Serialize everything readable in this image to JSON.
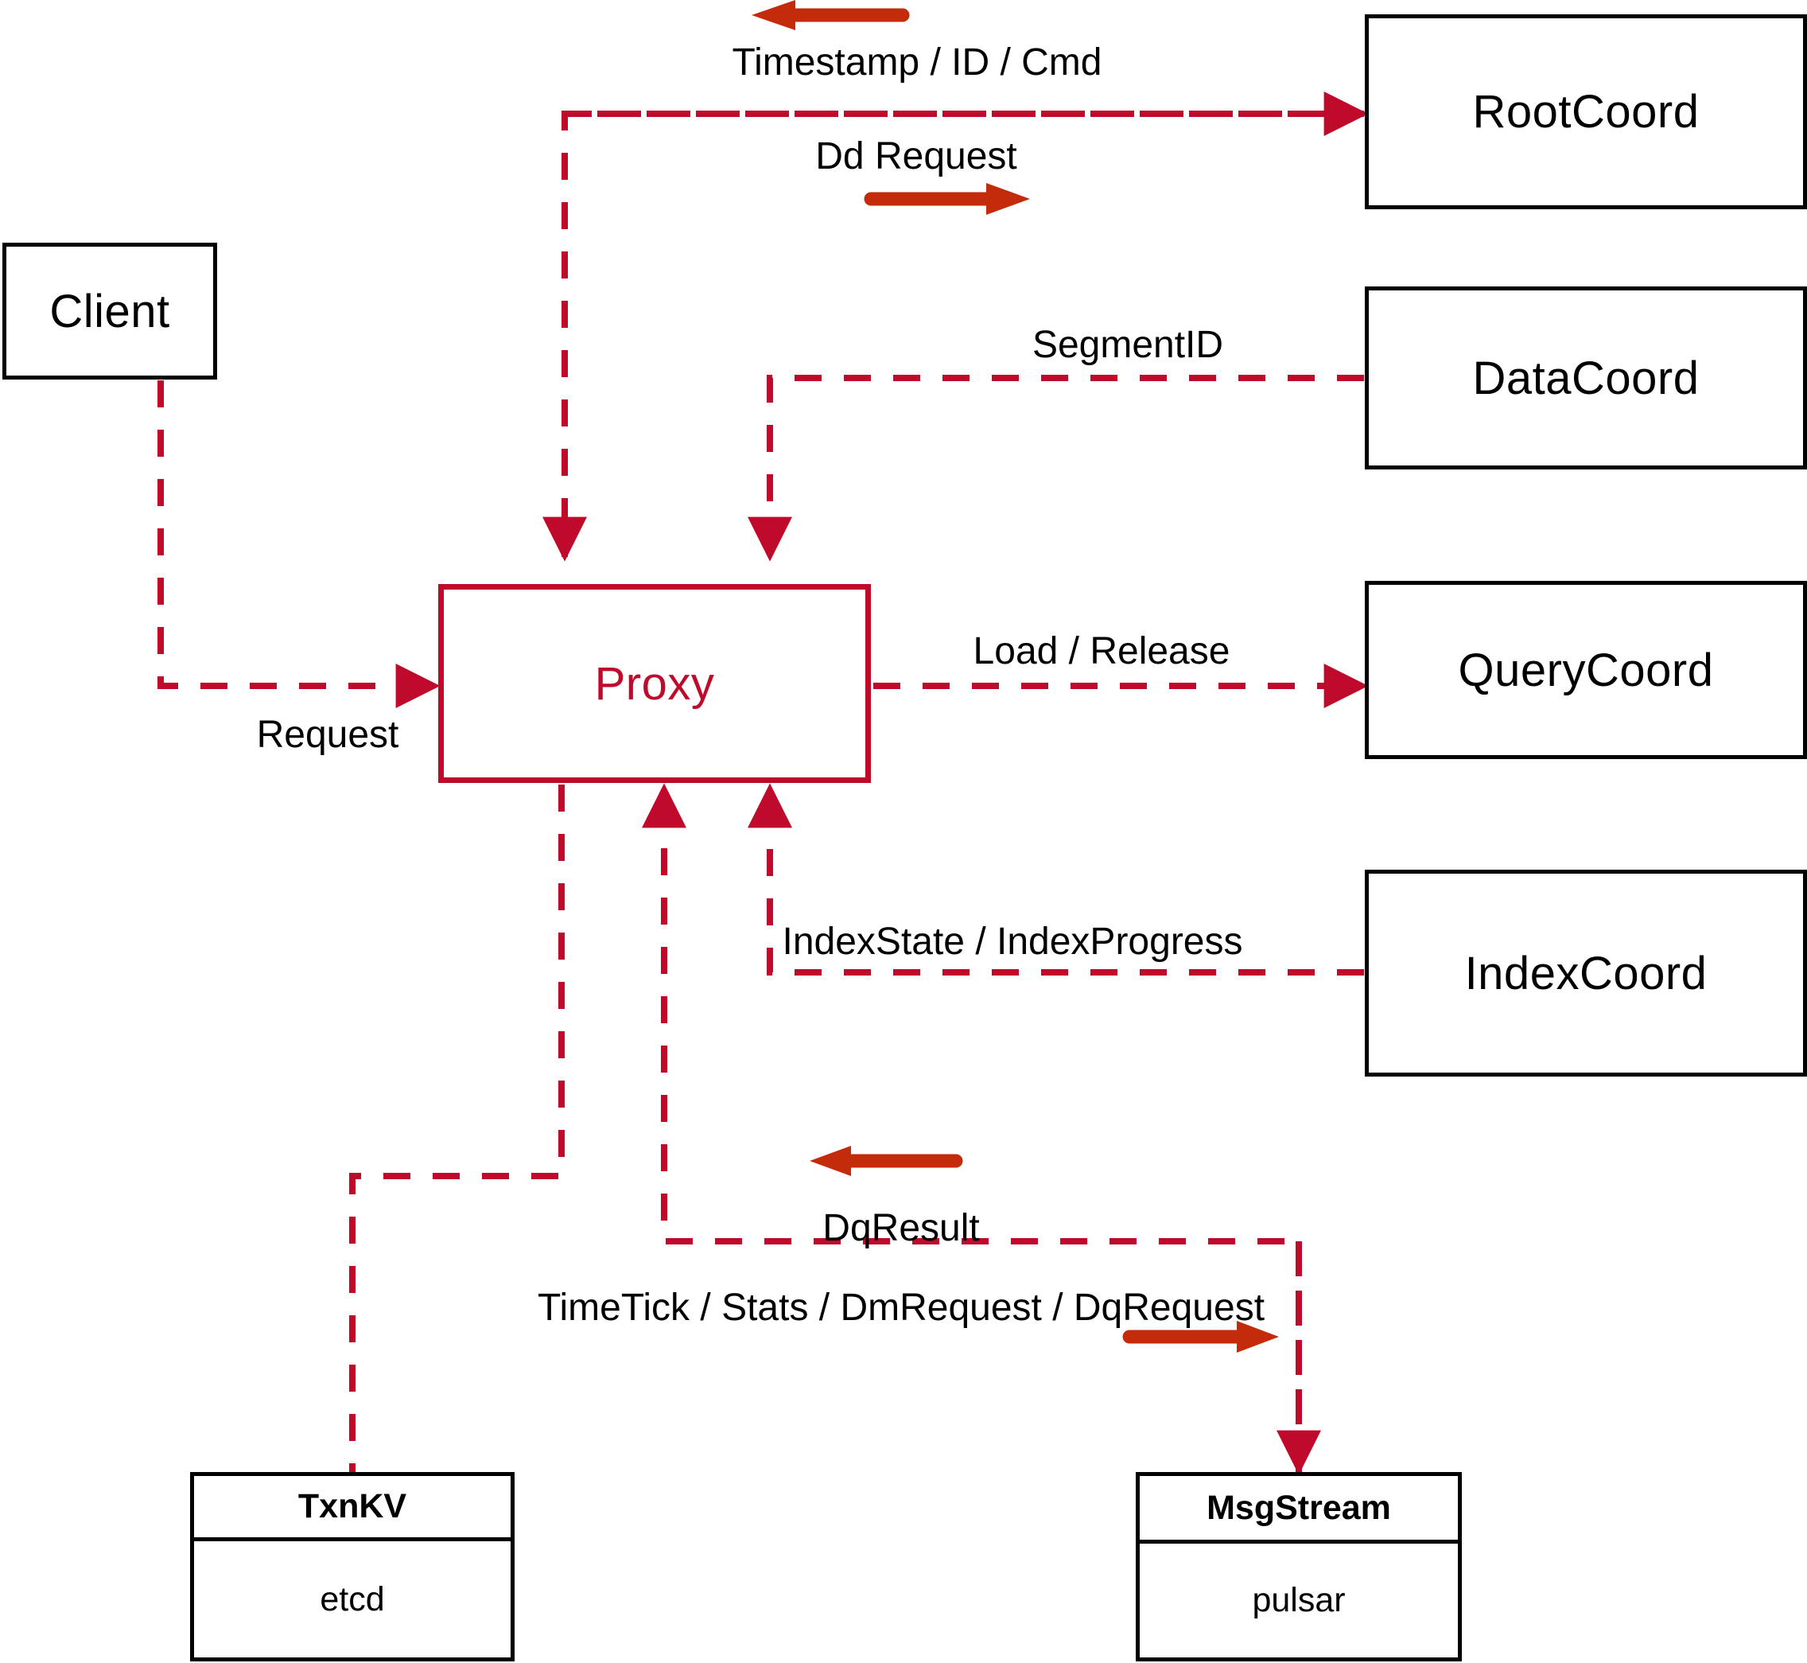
{
  "diagram": {
    "title": "Milvus Proxy interaction diagram",
    "colors": {
      "dashed_edge": "#C00A2B",
      "solid_arrow": "#C42B0B",
      "node_border": "#000000",
      "proxy_border": "#C00A2B",
      "proxy_text": "#C00A2B",
      "background": "#FFFFFF"
    }
  },
  "nodes": {
    "client": {
      "label": "Client"
    },
    "proxy": {
      "label": "Proxy"
    },
    "root_coord": {
      "label": "RootCoord"
    },
    "data_coord": {
      "label": "DataCoord"
    },
    "query_coord": {
      "label": "QueryCoord"
    },
    "index_coord": {
      "label": "IndexCoord"
    },
    "txnkv": {
      "header": "TxnKV",
      "body": "etcd"
    },
    "msgstream": {
      "header": "MsgStream",
      "body": "pulsar"
    }
  },
  "edge_labels": {
    "timestamp_id_cmd": "Timestamp / ID / Cmd",
    "dd_request": "Dd Request",
    "segment_id": "SegmentID",
    "request": "Request",
    "load_release": "Load / Release",
    "index_state_progress": "IndexState / IndexProgress",
    "dq_result": "DqResult",
    "timetick_stats": "TimeTick / Stats / DmRequest / DqRequest"
  }
}
